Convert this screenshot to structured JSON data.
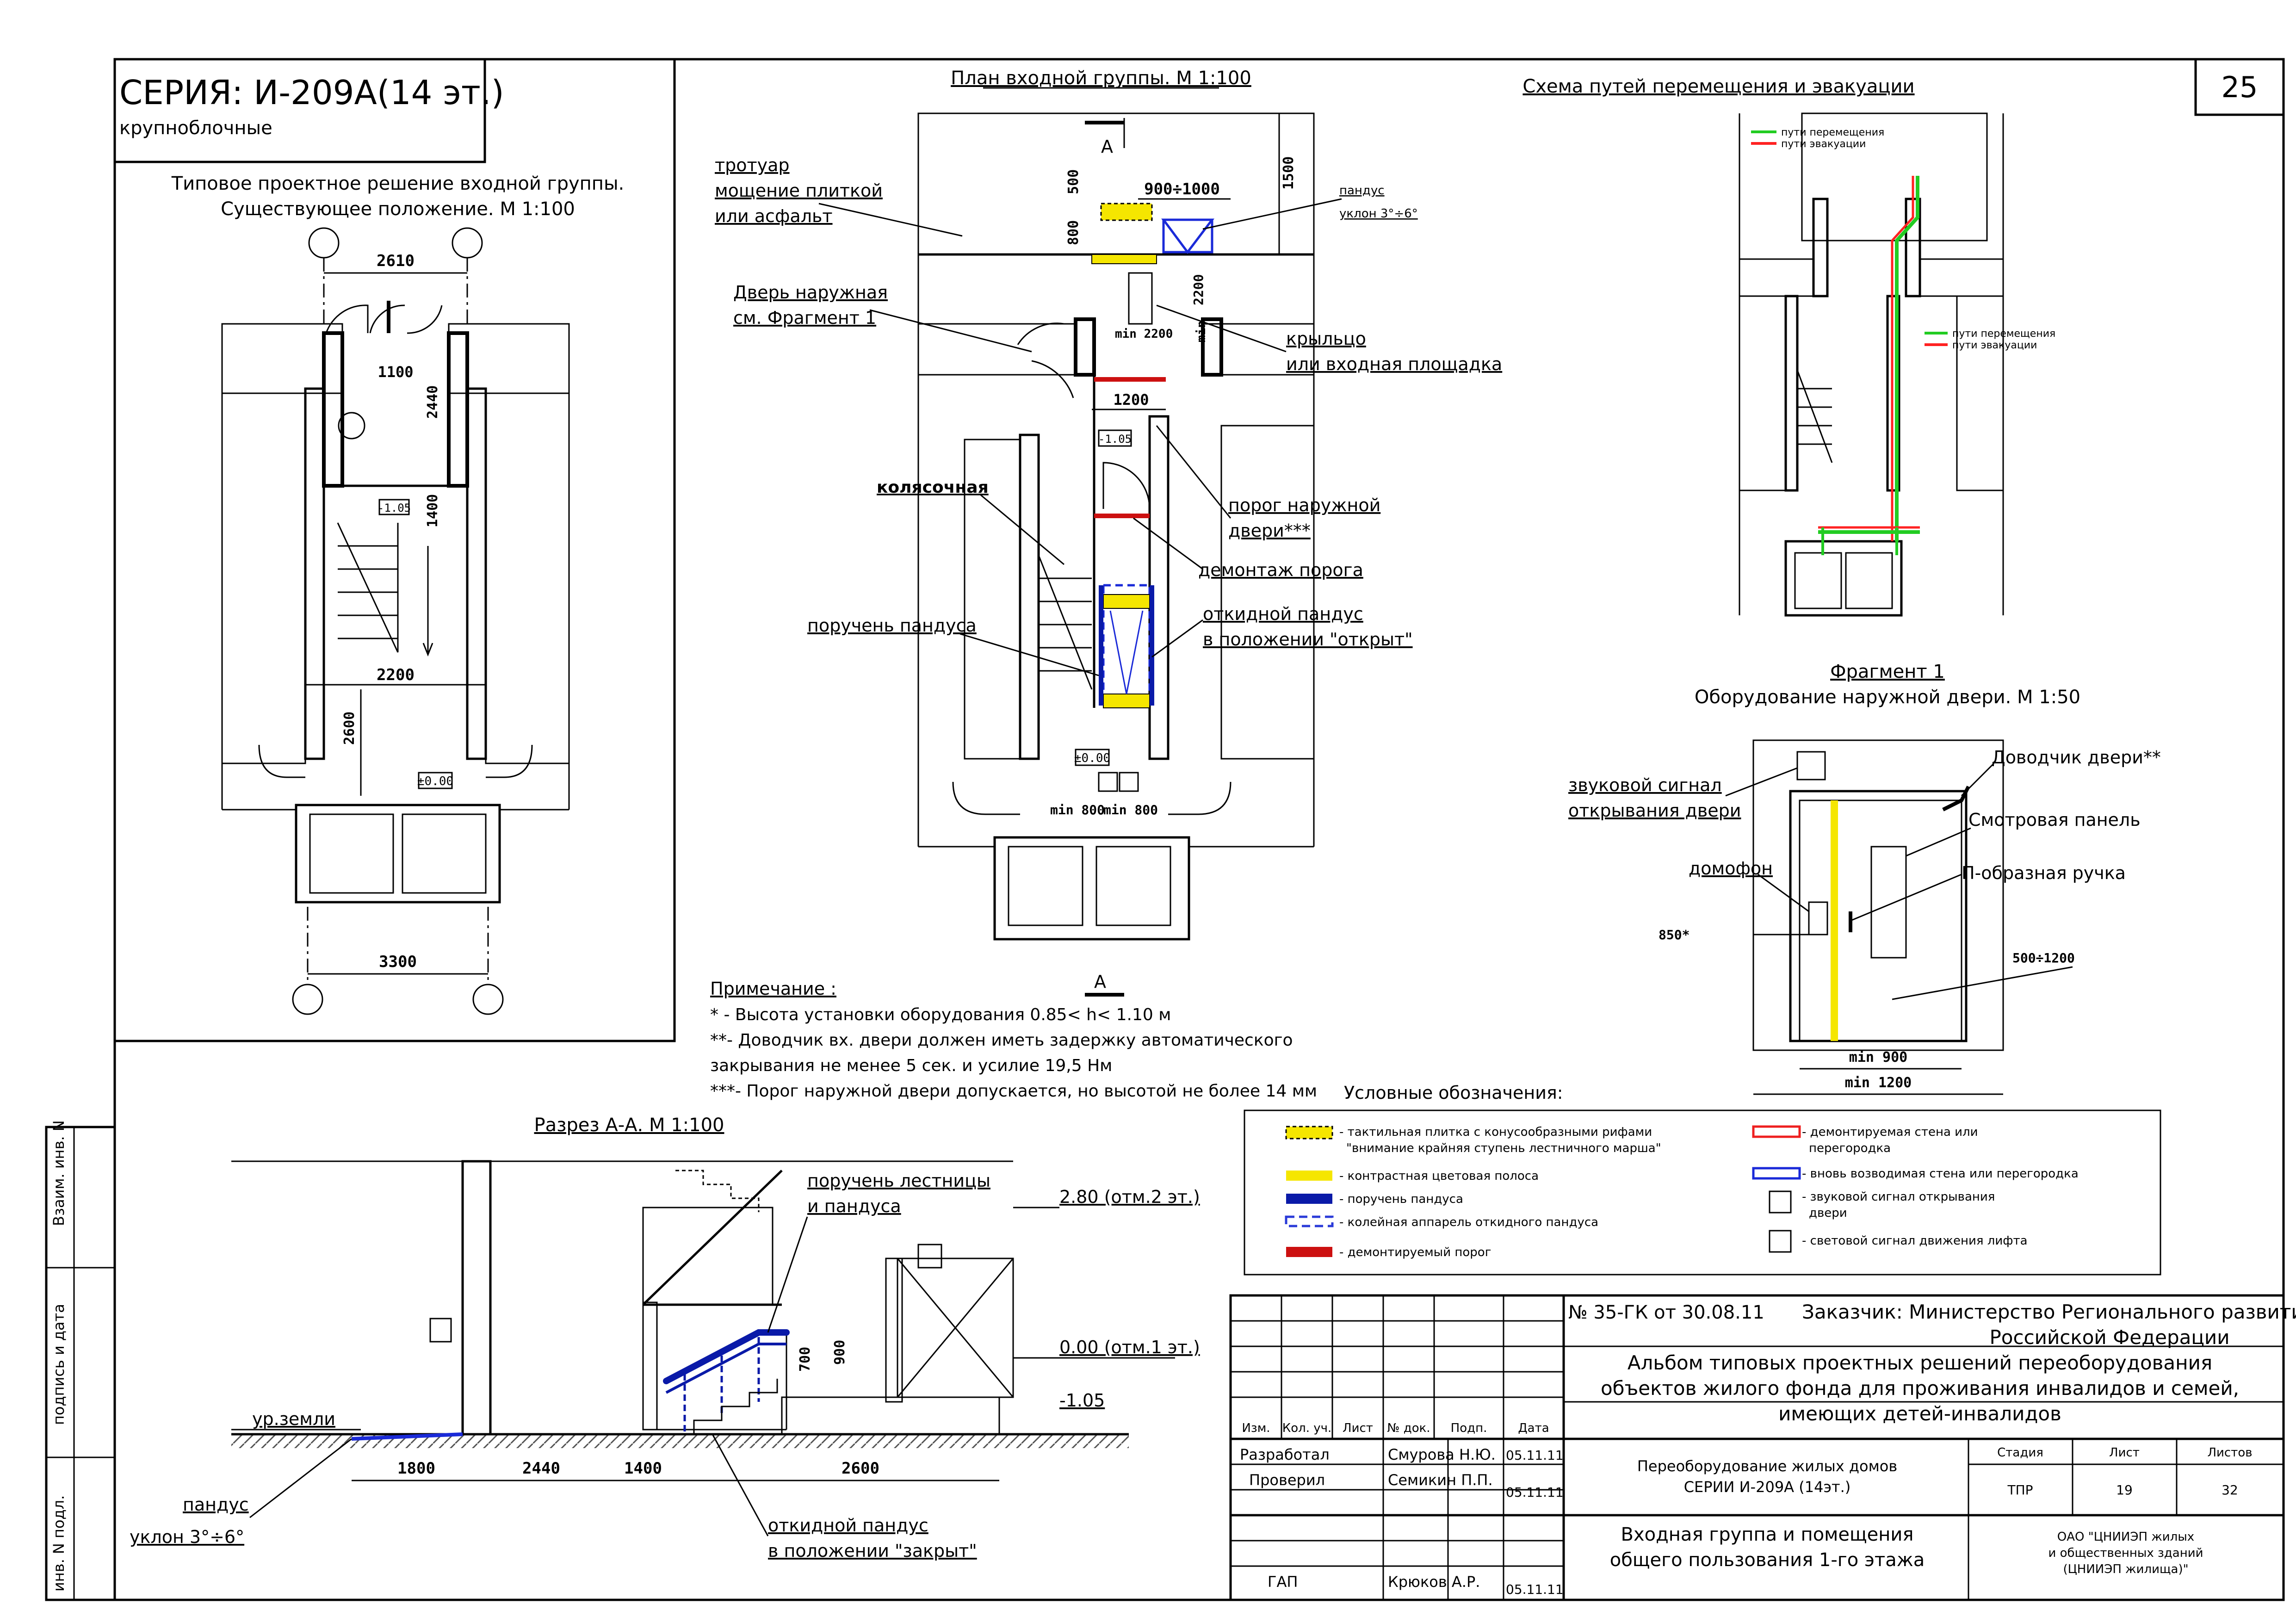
{
  "sheet": {
    "number": "25",
    "series_title": "СЕРИЯ: И-209А(14 эт.)",
    "series_subtitle": "крупноблочные"
  },
  "existing": {
    "title_line1": "Типовое проектное решение входной группы.",
    "title_line2": "Существующее положение. М 1:100",
    "dims": [
      "2610",
      "1100",
      "2440",
      "1400",
      "2200",
      "2600",
      "3300"
    ],
    "level_mark": "-1.05",
    "level_zero": "±0.00"
  },
  "plan": {
    "title": "План входной группы.  М 1:100",
    "section_mark": "А",
    "dims": [
      "900÷1000",
      "500",
      "800",
      "1500",
      "2200",
      "min 2200",
      "min",
      "1200",
      "min 800",
      "min 800"
    ],
    "level_mark": "-1.05",
    "level_zero": "±0.00",
    "labels": {
      "sidewalk": [
        "тротуар",
        "мощение плиткой",
        "или асфальт"
      ],
      "door": [
        "Дверь наружная",
        "см. Фрагмент 1"
      ],
      "porch": [
        "крыльцо",
        "или входная площадка"
      ],
      "stroller": "колясочная",
      "threshold": [
        "порог наружной",
        "двери***"
      ],
      "threshold_removal": "демонтаж порога",
      "ramp_rail": "поручень пандуса",
      "folding_ramp": [
        "откидной пандус",
        "в положении \"открыт\""
      ],
      "ramp": [
        "пандус",
        "уклон 3°÷6°"
      ]
    }
  },
  "evac": {
    "title": "Схема путей перемещения и эвакуации",
    "legend_move": "пути перемещения",
    "legend_evac": "пути эвакуации",
    "color_move": "#22cc22",
    "color_evac": "#ff2222"
  },
  "fragment": {
    "title_line1": "Фрагмент 1",
    "title_line2": "Оборудование наружной двери. М 1:50",
    "labels": {
      "sound": [
        "звуковой сигнал",
        "открывания двери"
      ],
      "closer": "Доводчик двери**",
      "panel": "Смотровая панель",
      "intercom": "домофон",
      "handle": "П-образная ручка",
      "h850": "850*",
      "w500": "500÷1200",
      "min900": "min 900",
      "min1200": "min 1200"
    }
  },
  "notes": {
    "title": "Примечание :",
    "lines": [
      "* - Высота установки оборудования 0.85< h< 1.10 м",
      "**- Доводчик вх. двери должен иметь задержку автоматического",
      "закрывания не менее 5 сек. и усилие 19,5 Нм",
      "***-  Порог наружной двери допускается, но высотой не более 14 мм"
    ]
  },
  "legend": {
    "title": "Условные обозначения:",
    "items_left": [
      {
        "label": "- тактильная плитка с конусообразными рифами",
        "label2": "\"внимание крайняя ступень лестничного марша\"",
        "color": "#f5e600"
      },
      {
        "label": "- контрастная цветовая полоса",
        "color": "#f5e600"
      },
      {
        "label": "- поручень пандуса",
        "color": "#0a1aa8"
      },
      {
        "label": "- колейная аппарель откидного пандуса",
        "color": "#2a3ad8"
      },
      {
        "label": "- демонтируемый порог",
        "color": "#cc1010"
      }
    ],
    "items_right": [
      {
        "label": "- демонтируемая стена или",
        "label2": "перегородка",
        "color": "#ee2020"
      },
      {
        "label": "- вновь возводимая стена или перегородка",
        "color": "#1a2ad8"
      },
      {
        "label": "- звуковой сигнал открывания",
        "label2": "двери"
      },
      {
        "label": "- световой сигнал движения лифта"
      }
    ]
  },
  "section": {
    "title": "Разрез А-А.   М 1:100",
    "labels": {
      "stair_rail": [
        "поручень лестницы",
        "и пандуса"
      ],
      "level2": "2.80 (отм.2 эт.)",
      "level1": "0.00 (отм.1 эт.)",
      "level_minus": "-1.05",
      "ground": "ур.земли",
      "ramp": [
        "пандус",
        "уклон 3°÷6°"
      ],
      "folding_ramp": [
        "откидной пандус",
        "в положении \"закрыт\""
      ]
    },
    "dims": [
      "1800",
      "2440",
      "1400",
      "2600",
      "700",
      "900"
    ]
  },
  "stamp": {
    "side_labels": [
      "Взаим. инв. N",
      "подпись и дата",
      "инв. N подл."
    ],
    "contract": "№ 35-ГК от 30.08.11",
    "customer_line1": "Заказчик: Министерство Регионального развития",
    "customer_line2": "Российской Федерации",
    "album_line1": "Альбом типовых проектных решений переоборудования",
    "album_line2": "объектов жилого фонда для проживания инвалидов и семей,",
    "album_line3": "имеющих детей-инвалидов",
    "headers": [
      "Изм.",
      "Кол. уч.",
      "Лист",
      "№ док.",
      "Подп.",
      "Дата"
    ],
    "developed_role": "Разработал",
    "developed_name": "Смурова Н.Ю.",
    "developed_date": "05.11.11",
    "checked_role": "Проверил",
    "checked_name": "Семикин П.П.",
    "checked_date": "05.11.11",
    "gap_role": "ГАП",
    "gap_name": "Крюков А.Р.",
    "gap_date": "05.11.11",
    "work_title_line1": "Переоборудование жилых домов",
    "work_title_line2": "СЕРИИ И-209А (14эт.)",
    "sheet_title_line1": "Входная группа и помещения",
    "sheet_title_line2": "общего пользования 1-го этажа",
    "stage_h": "Стадия",
    "sheet_h": "Лист",
    "sheets_h": "Листов",
    "stage": "ТПР",
    "sheet_no": "19",
    "sheets": "32",
    "org_line1": "ОАО \"ЦНИИЭП жилых",
    "org_line2": "и общественных зданий",
    "org_line3": "(ЦНИИЭП жилища)\""
  }
}
